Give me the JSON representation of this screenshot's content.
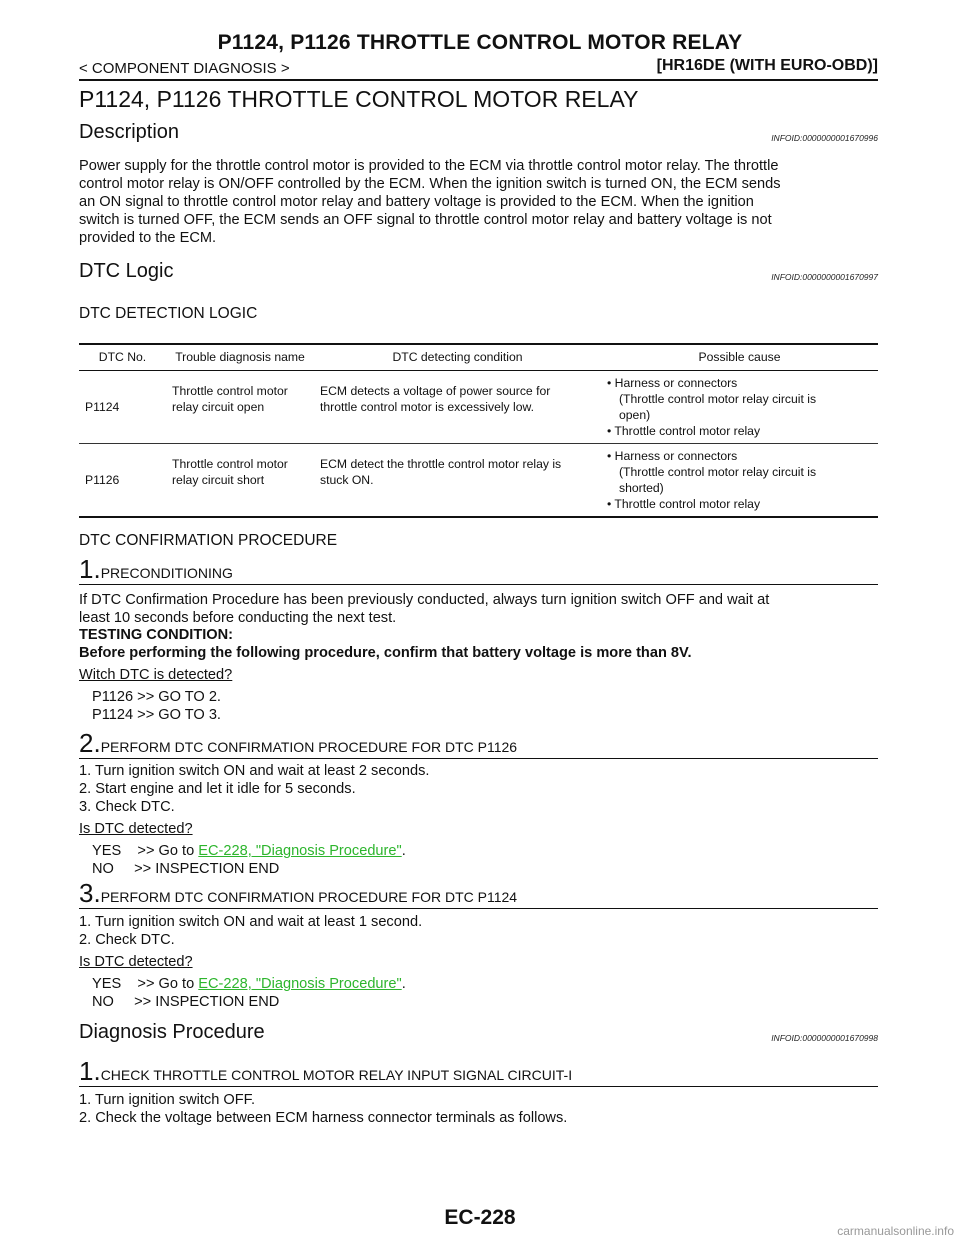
{
  "header": {
    "title": "P1124, P1126 THROTTLE CONTROL MOTOR RELAY",
    "left": "< COMPONENT DIAGNOSIS >",
    "right": "[HR16DE (WITH EURO-OBD)]"
  },
  "page_title": "P1124, P1126 THROTTLE CONTROL MOTOR RELAY",
  "description": {
    "heading": "Description",
    "infoid": "INFOID:0000000001670996",
    "lines": [
      "Power supply for the throttle control motor is provided to the ECM via throttle control motor relay. The throttle",
      "control motor relay is ON/OFF controlled by the ECM. When the ignition switch is turned ON, the ECM sends",
      "an ON signal to throttle control motor relay and battery voltage is provided to the ECM. When the ignition",
      "switch is turned OFF, the ECM sends an OFF signal to throttle control motor relay and battery voltage is not",
      "provided to the ECM."
    ]
  },
  "dtc_logic": {
    "heading": "DTC Logic",
    "infoid": "INFOID:0000000001670997",
    "detection_heading": "DTC DETECTION LOGIC",
    "table": {
      "headers": [
        "DTC No.",
        "Trouble diagnosis name",
        "DTC detecting condition",
        "Possible cause"
      ],
      "rows": [
        {
          "code": "P1124",
          "name": [
            "Throttle control motor",
            "relay circuit open"
          ],
          "condition": [
            "ECM detects a voltage of power source for",
            "throttle control motor is excessively low."
          ],
          "cause_a": "• Harness or connectors",
          "cause_a_sub": [
            "(Throttle control motor relay circuit is",
            "open)"
          ],
          "cause_b": "• Throttle control motor relay"
        },
        {
          "code": "P1126",
          "name": [
            "Throttle control motor",
            "relay circuit short"
          ],
          "condition": [
            "ECM detect the throttle control motor relay is",
            "stuck ON."
          ],
          "cause_a": "• Harness or connectors",
          "cause_a_sub": [
            "(Throttle control motor relay circuit is",
            "shorted)"
          ],
          "cause_b": "• Throttle control motor relay"
        }
      ]
    }
  },
  "confirmation": {
    "heading": "DTC CONFIRMATION PROCEDURE",
    "step1": {
      "num": "1.",
      "title": "PRECONDITIONING",
      "p1": "If DTC Confirmation Procedure has been previously conducted, always turn ignition switch OFF and wait at",
      "p2": "least 10 seconds before conducting the next test.",
      "tc_label": "TESTING CONDITION:",
      "tc_text": "Before performing the following procedure, confirm that battery voltage is more than 8V.",
      "question": "Witch DTC is detected?",
      "ans1": "P1126  >> GO TO 2.",
      "ans2": "P1124  >> GO TO 3."
    },
    "step2": {
      "num": "2.",
      "title": "PERFORM DTC CONFIRMATION PROCEDURE FOR DTC P1126",
      "s1": "1.  Turn ignition switch ON and wait at least 2 seconds.",
      "s2": "2.  Start engine and let it idle for 5 seconds.",
      "s3": "3.  Check DTC.",
      "question": "Is DTC detected?",
      "yes_prefix": "YES    >> Go to ",
      "yes_link": "EC-228, \"Diagnosis Procedure\"",
      "yes_suffix": ".",
      "no": "NO     >> INSPECTION END"
    },
    "step3": {
      "num": "3.",
      "title": "PERFORM DTC CONFIRMATION PROCEDURE FOR DTC P1124",
      "s1": "1.  Turn ignition switch ON and wait at least 1 second.",
      "s2": "2.  Check DTC.",
      "question": "Is DTC detected?",
      "yes_prefix": "YES    >> Go to ",
      "yes_link": "EC-228, \"Diagnosis Procedure\"",
      "yes_suffix": ".",
      "no": "NO     >> INSPECTION END"
    }
  },
  "diagnosis": {
    "heading": "Diagnosis Procedure",
    "infoid": "INFOID:0000000001670998",
    "step1": {
      "num": "1.",
      "title": "CHECK THROTTLE CONTROL MOTOR RELAY INPUT SIGNAL CIRCUIT-I",
      "s1": "1.  Turn ignition switch OFF.",
      "s2": "2.  Check the voltage between ECM harness connector terminals as follows."
    }
  },
  "footer": {
    "page": "EC-228",
    "watermark": "carmanualsonline.info"
  }
}
